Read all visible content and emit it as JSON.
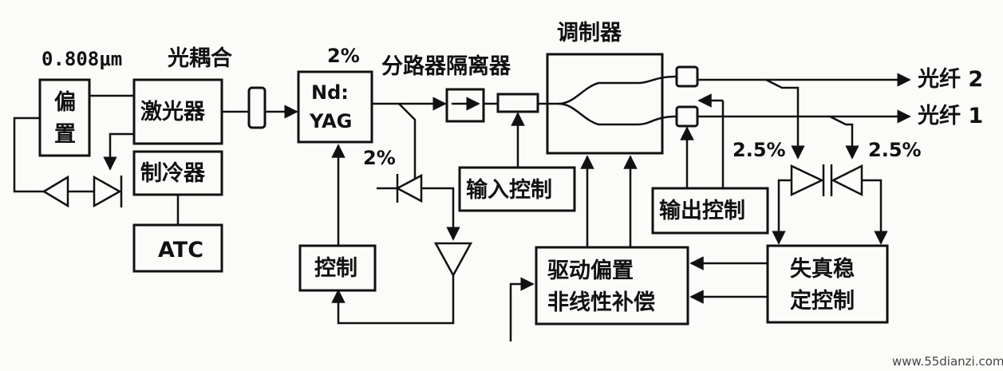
{
  "labels": {
    "wavelength": "0.808μm",
    "coupling": "光耦合",
    "bias": [
      "偏",
      "置"
    ],
    "laser": "激光器",
    "cooler": "制冷器",
    "atc": "ATC",
    "pct_top": "2%",
    "nd": "Nd:",
    "yag": "YAG",
    "pct_mid": "2%",
    "splitter_isolator": "分路器隔离器",
    "input_control": "输入控制",
    "control": "控制",
    "modulator": "调制器",
    "driver": [
      "驱动偏置",
      "非线性补偿"
    ],
    "output_control": "输出控制",
    "pct_a": "2.5%",
    "pct_b": "2.5%",
    "fiber2": "光纤 2",
    "fiber1": "光纤 1",
    "stabilizer": [
      "失真稳",
      "定控制"
    ],
    "watermark": "www.55dianzi.com"
  }
}
